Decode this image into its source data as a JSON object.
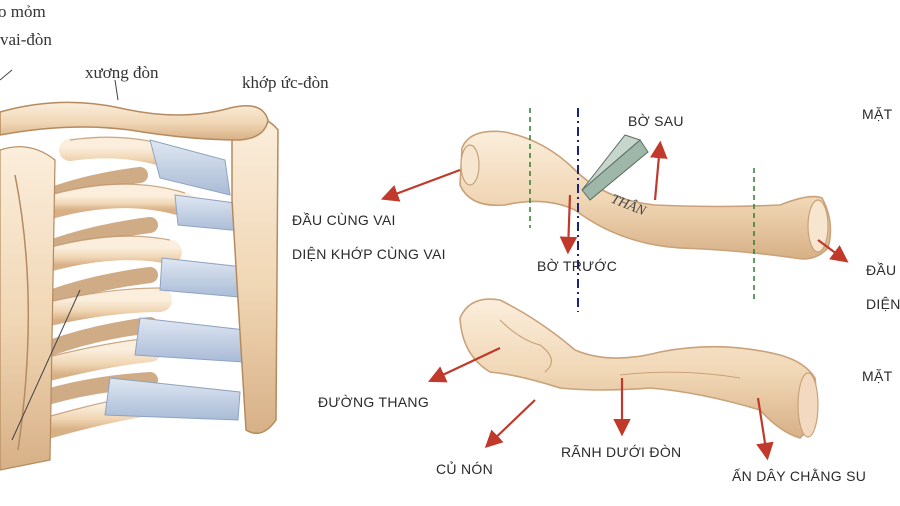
{
  "left_labels": {
    "mom": "o mỏm",
    "vai_don": "vai-đòn",
    "xuong_don": "xương đòn",
    "khop_uc_don": "khớp ức-đòn"
  },
  "top_bone_labels": {
    "bo_sau": "BỜ SAU",
    "than": "THÂN",
    "dau_cung_vai": "ĐẦU CÙNG VAI",
    "dien_khop": "DIỆN KHỚP CÙNG VAI",
    "bo_truoc": "BỜ TRƯỚC",
    "mat_top": "MẶT",
    "dau_right": "ĐẦU",
    "dien_right": "DIỆN"
  },
  "bottom_bone_labels": {
    "duong_thang": "ĐƯỜNG THANG",
    "cu_non": "CỦ NÓN",
    "ranh_duoi_don": "RÃNH DƯỚI ĐÒN",
    "an_day_chang": "ẤN DÂY CHẰNG SU",
    "mat_bottom": "MẶT"
  },
  "colors": {
    "bone": "#f2dcc0",
    "bone_shade": "#d9b48c",
    "bone_outline": "#c9a27a",
    "cartilage": "#b8c8de",
    "arrow": "#c0392b",
    "guide_green": "#2e7d32",
    "guide_navy": "#1a237e"
  }
}
